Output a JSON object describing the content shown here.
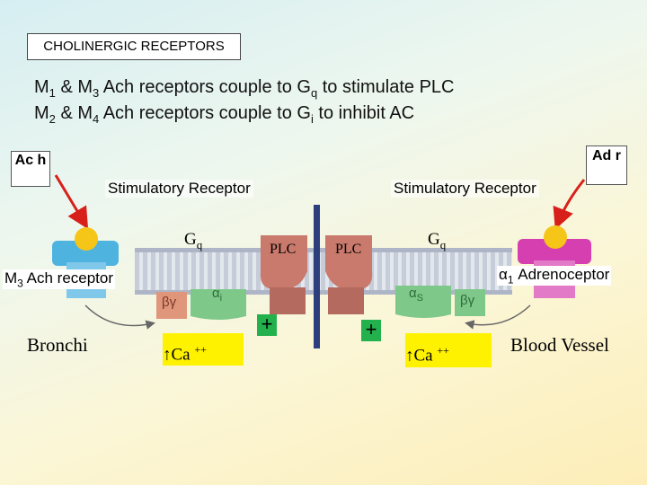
{
  "title": "CHOLINERGIC RECEPTORS",
  "line1": {
    "a": "M",
    "a_sub": "1",
    "b": " & M",
    "b_sub": "3",
    "c": " Ach receptors couple to G",
    "c_sub": "q",
    "d": " to stimulate PLC"
  },
  "line2": {
    "a": "M",
    "a_sub": "2",
    "b": " & M",
    "b_sub": "4",
    "c": " Ach receptors couple to G",
    "c_sub": "i",
    "d": " to inhibit AC"
  },
  "left": {
    "ligand": "Ac h",
    "stim_label": "Stimulatory Receptor",
    "g_protein": "G",
    "g_sub": "q",
    "receptor": "M",
    "receptor_sub": "3",
    "receptor_rest": " Ach receptor",
    "plc": "PLC",
    "plus": "+",
    "tissue": "Bronchi",
    "calcium": "Ca",
    "calcium_sup": "++",
    "beta_gamma": "βγ",
    "alpha": "α",
    "alpha_sub": "i"
  },
  "right": {
    "ligand": "Ad r",
    "stim_label": "Stimulatory Receptor",
    "g_protein": "G",
    "g_sub": "q",
    "receptor_alpha": "α",
    "receptor_sub": "1",
    "receptor_rest": " Adrenoceptor",
    "plc": "PLC",
    "plus": "+",
    "tissue": "Blood Vessel",
    "calcium": "Ca",
    "calcium_sup": "++",
    "beta_gamma": "βγ",
    "alpha": "α",
    "alpha_sub": "S"
  },
  "colors": {
    "arrow": "#d8201a",
    "divider": "#2c3e7c",
    "ligand": "#f5c518",
    "receptor_left": "#4fb3e0",
    "receptor_right": "#d63fb0",
    "plc": "#c97a6c",
    "plus": "#22b14c",
    "highlight": "#fff200"
  }
}
